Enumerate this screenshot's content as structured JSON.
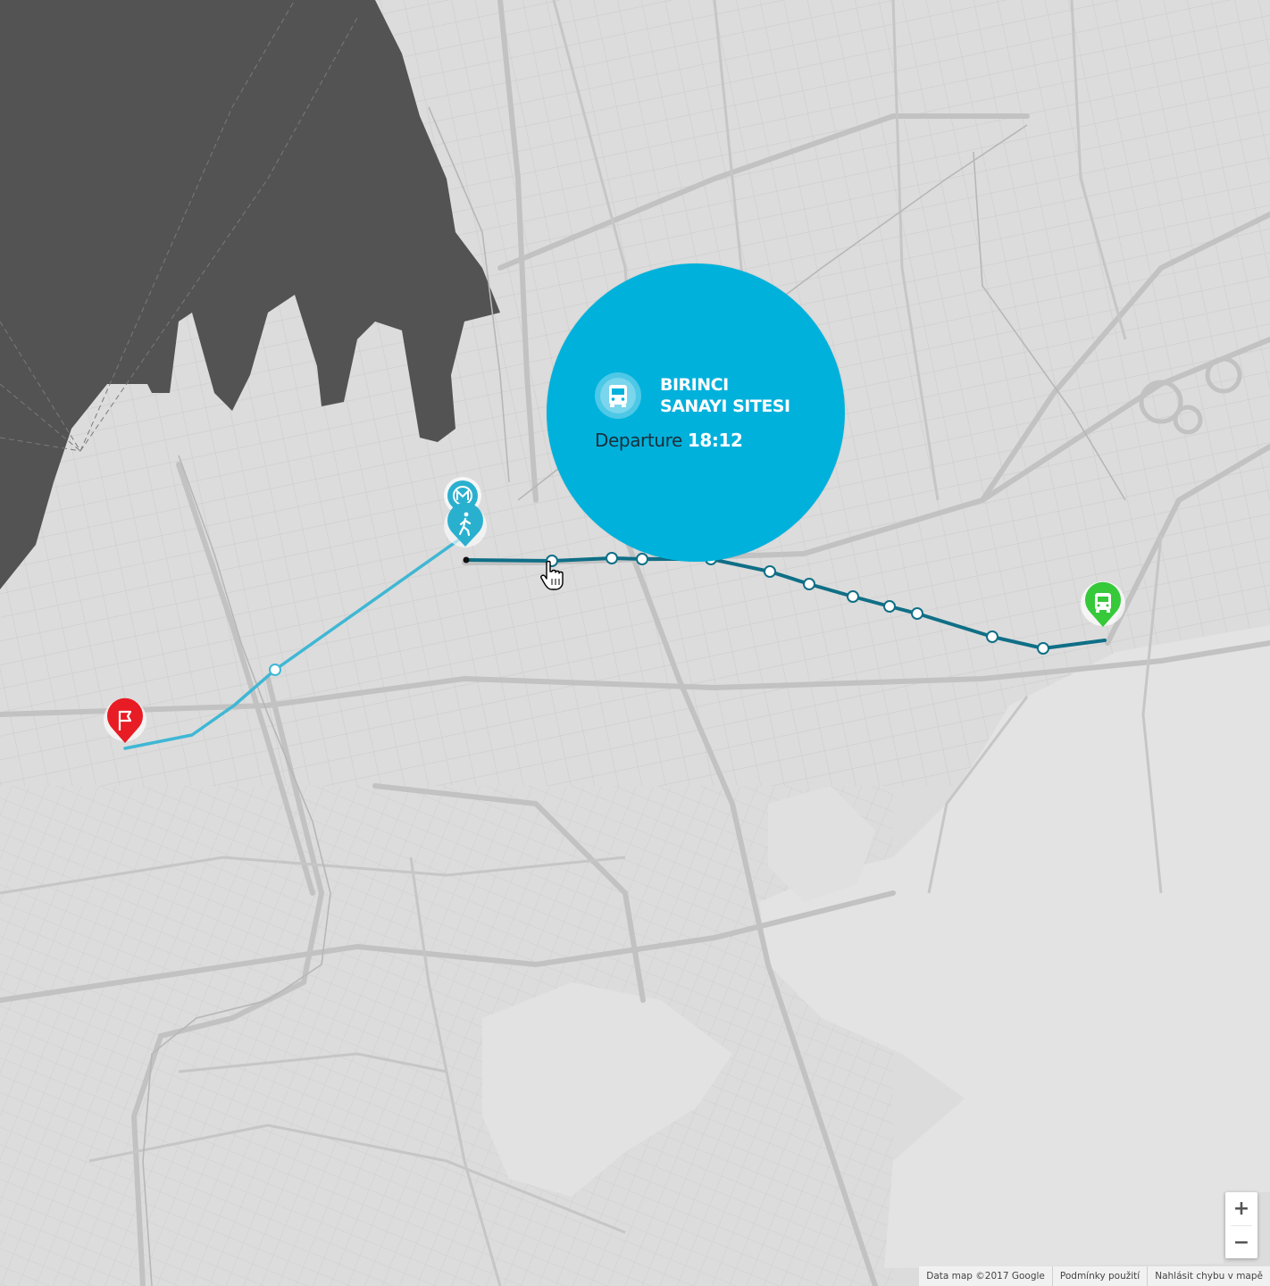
{
  "map": {
    "colors": {
      "land": "#dcdcdc",
      "water": "#535353",
      "road_minor": "#c8c8c8",
      "road_major": "#bdbdbd",
      "park": "#e4e4e4",
      "walk_route": "#3fb7d4",
      "bus_route": "#0f6f86",
      "popup_bg": "#00b1dc",
      "origin_pin": "#e81c24",
      "destination_pin": "#36c93a",
      "metro_pin": "#2ab0cf"
    },
    "icons": {
      "origin": "flag-icon",
      "metro": "metro-icon",
      "walk": "walking-person-icon",
      "destination": "bus-icon",
      "cursor": "hand-pointer-icon"
    }
  },
  "popup": {
    "stop_name_line1": "BIRINCI",
    "stop_name_line2": "SANAYI SITESI",
    "departure_label": "Departure",
    "departure_time": "18:12",
    "icon": "bus-icon"
  },
  "zoom": {
    "in_label": "+",
    "out_label": "−"
  },
  "attribution": {
    "data": "Data map ©2017 Google",
    "terms": "Podmínky použití",
    "report": "Nahlásit chybu v mapě"
  }
}
